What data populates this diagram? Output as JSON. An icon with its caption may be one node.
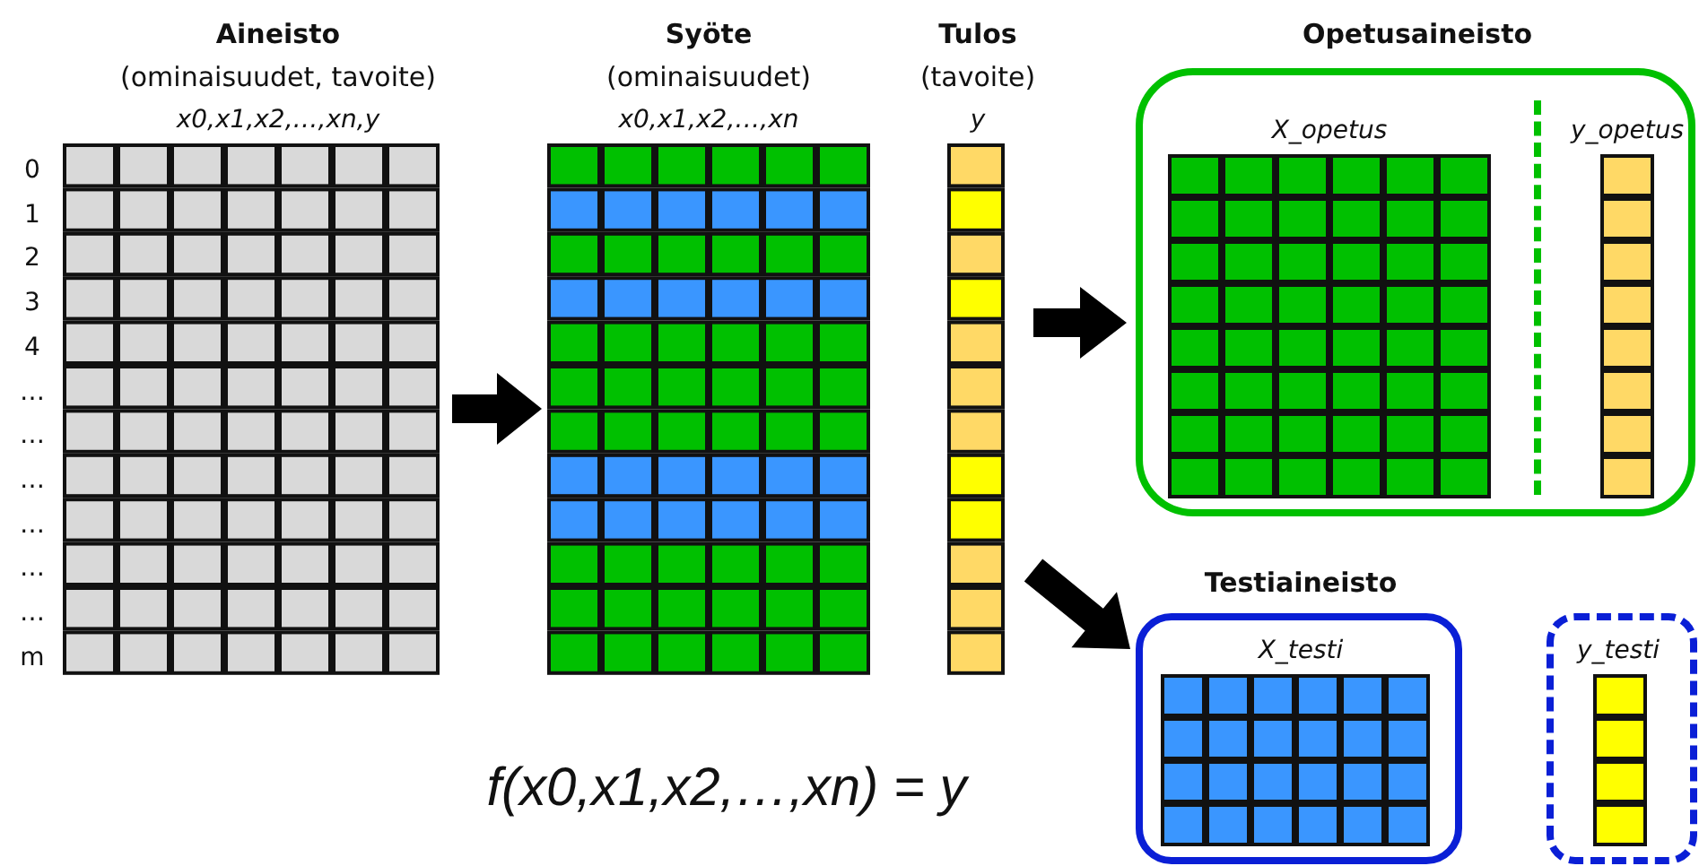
{
  "diagram": {
    "nodes": [
      {
        "text": [
          "Aineisto",
          "(ominaisuudet, tavoite)",
          "x0,x1,x2,…,xn,y"
        ]
      },
      {
        "text": [
          "Syöte",
          "(ominaisuudet)",
          "x0,x1,x2,…,xn"
        ]
      },
      {
        "text": [
          "Tulos",
          "(tavoite)",
          "y"
        ]
      },
      {
        "text": [
          "Opetusaineisto"
        ]
      },
      {
        "text": [
          "X_opetus"
        ],
        "in": 3
      },
      {
        "text": [
          "y_opetus"
        ],
        "in": 3
      },
      {
        "text": [
          "Testiaineisto",
          "X_testi"
        ]
      },
      {
        "text": [
          "y_testi"
        ]
      }
    ],
    "edges": [
      {
        "from": 0,
        "to": 1,
        "arrow": "to"
      },
      {
        "from": 2,
        "to": 3,
        "arrow": "to"
      },
      {
        "from": 2,
        "to": 6,
        "arrow": "to"
      }
    ],
    "labels": [
      "0",
      "1",
      "2",
      "3",
      "4",
      "…",
      "…",
      "…",
      "…",
      "…",
      "…",
      "m",
      "f(x0,x1,x2,…,xn) = y"
    ]
  }
}
